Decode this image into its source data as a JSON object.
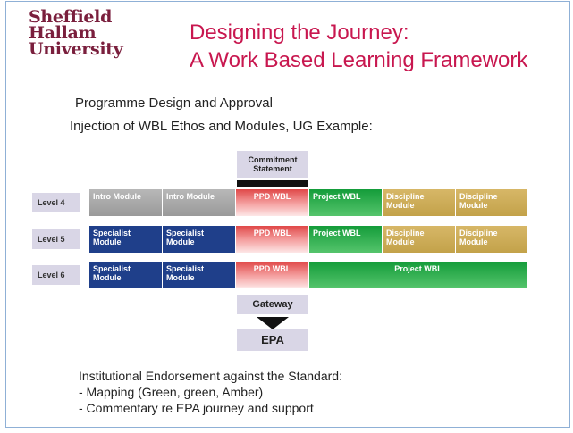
{
  "logo": {
    "line1": "Sheffield",
    "line2": "Hallam",
    "line3": "University"
  },
  "title": {
    "line1": "Designing the Journey:",
    "line2": "A Work Based Learning Framework"
  },
  "intro": {
    "line1": "Programme Design and Approval",
    "line2": "Injection of WBL Ethos and Modules, UG Example:"
  },
  "commitment": "Commitment Statement",
  "levels": [
    {
      "label": "Level 4",
      "cells": [
        "Intro Module",
        "Intro Module",
        "PPD WBL",
        "Project WBL",
        "Discipline Module",
        "Discipline Module"
      ]
    },
    {
      "label": "Level 5",
      "cells": [
        "Specialist Module",
        "Specialist Module",
        "PPD WBL",
        "Project WBL",
        "Discipline Module",
        "Discipline Module"
      ]
    },
    {
      "label": "Level 6",
      "cells": [
        "Specialist Module",
        "Specialist Module",
        "PPD WBL",
        "Project WBL"
      ]
    }
  ],
  "gateway": "Gateway",
  "epa": "EPA",
  "footer": {
    "line1": "Institutional Endorsement against the Standard:",
    "line2": "- Mapping (Green, green, Amber)",
    "line3": "- Commentary re EPA journey and support"
  },
  "colors": {
    "intro": "#9a9a9a",
    "specialist": "#1f3f8a",
    "ppd": "#e04848",
    "project": "#149c3a",
    "discipline": "#c3a24a",
    "brand": "#7a1f3d",
    "title": "#c8174f"
  }
}
